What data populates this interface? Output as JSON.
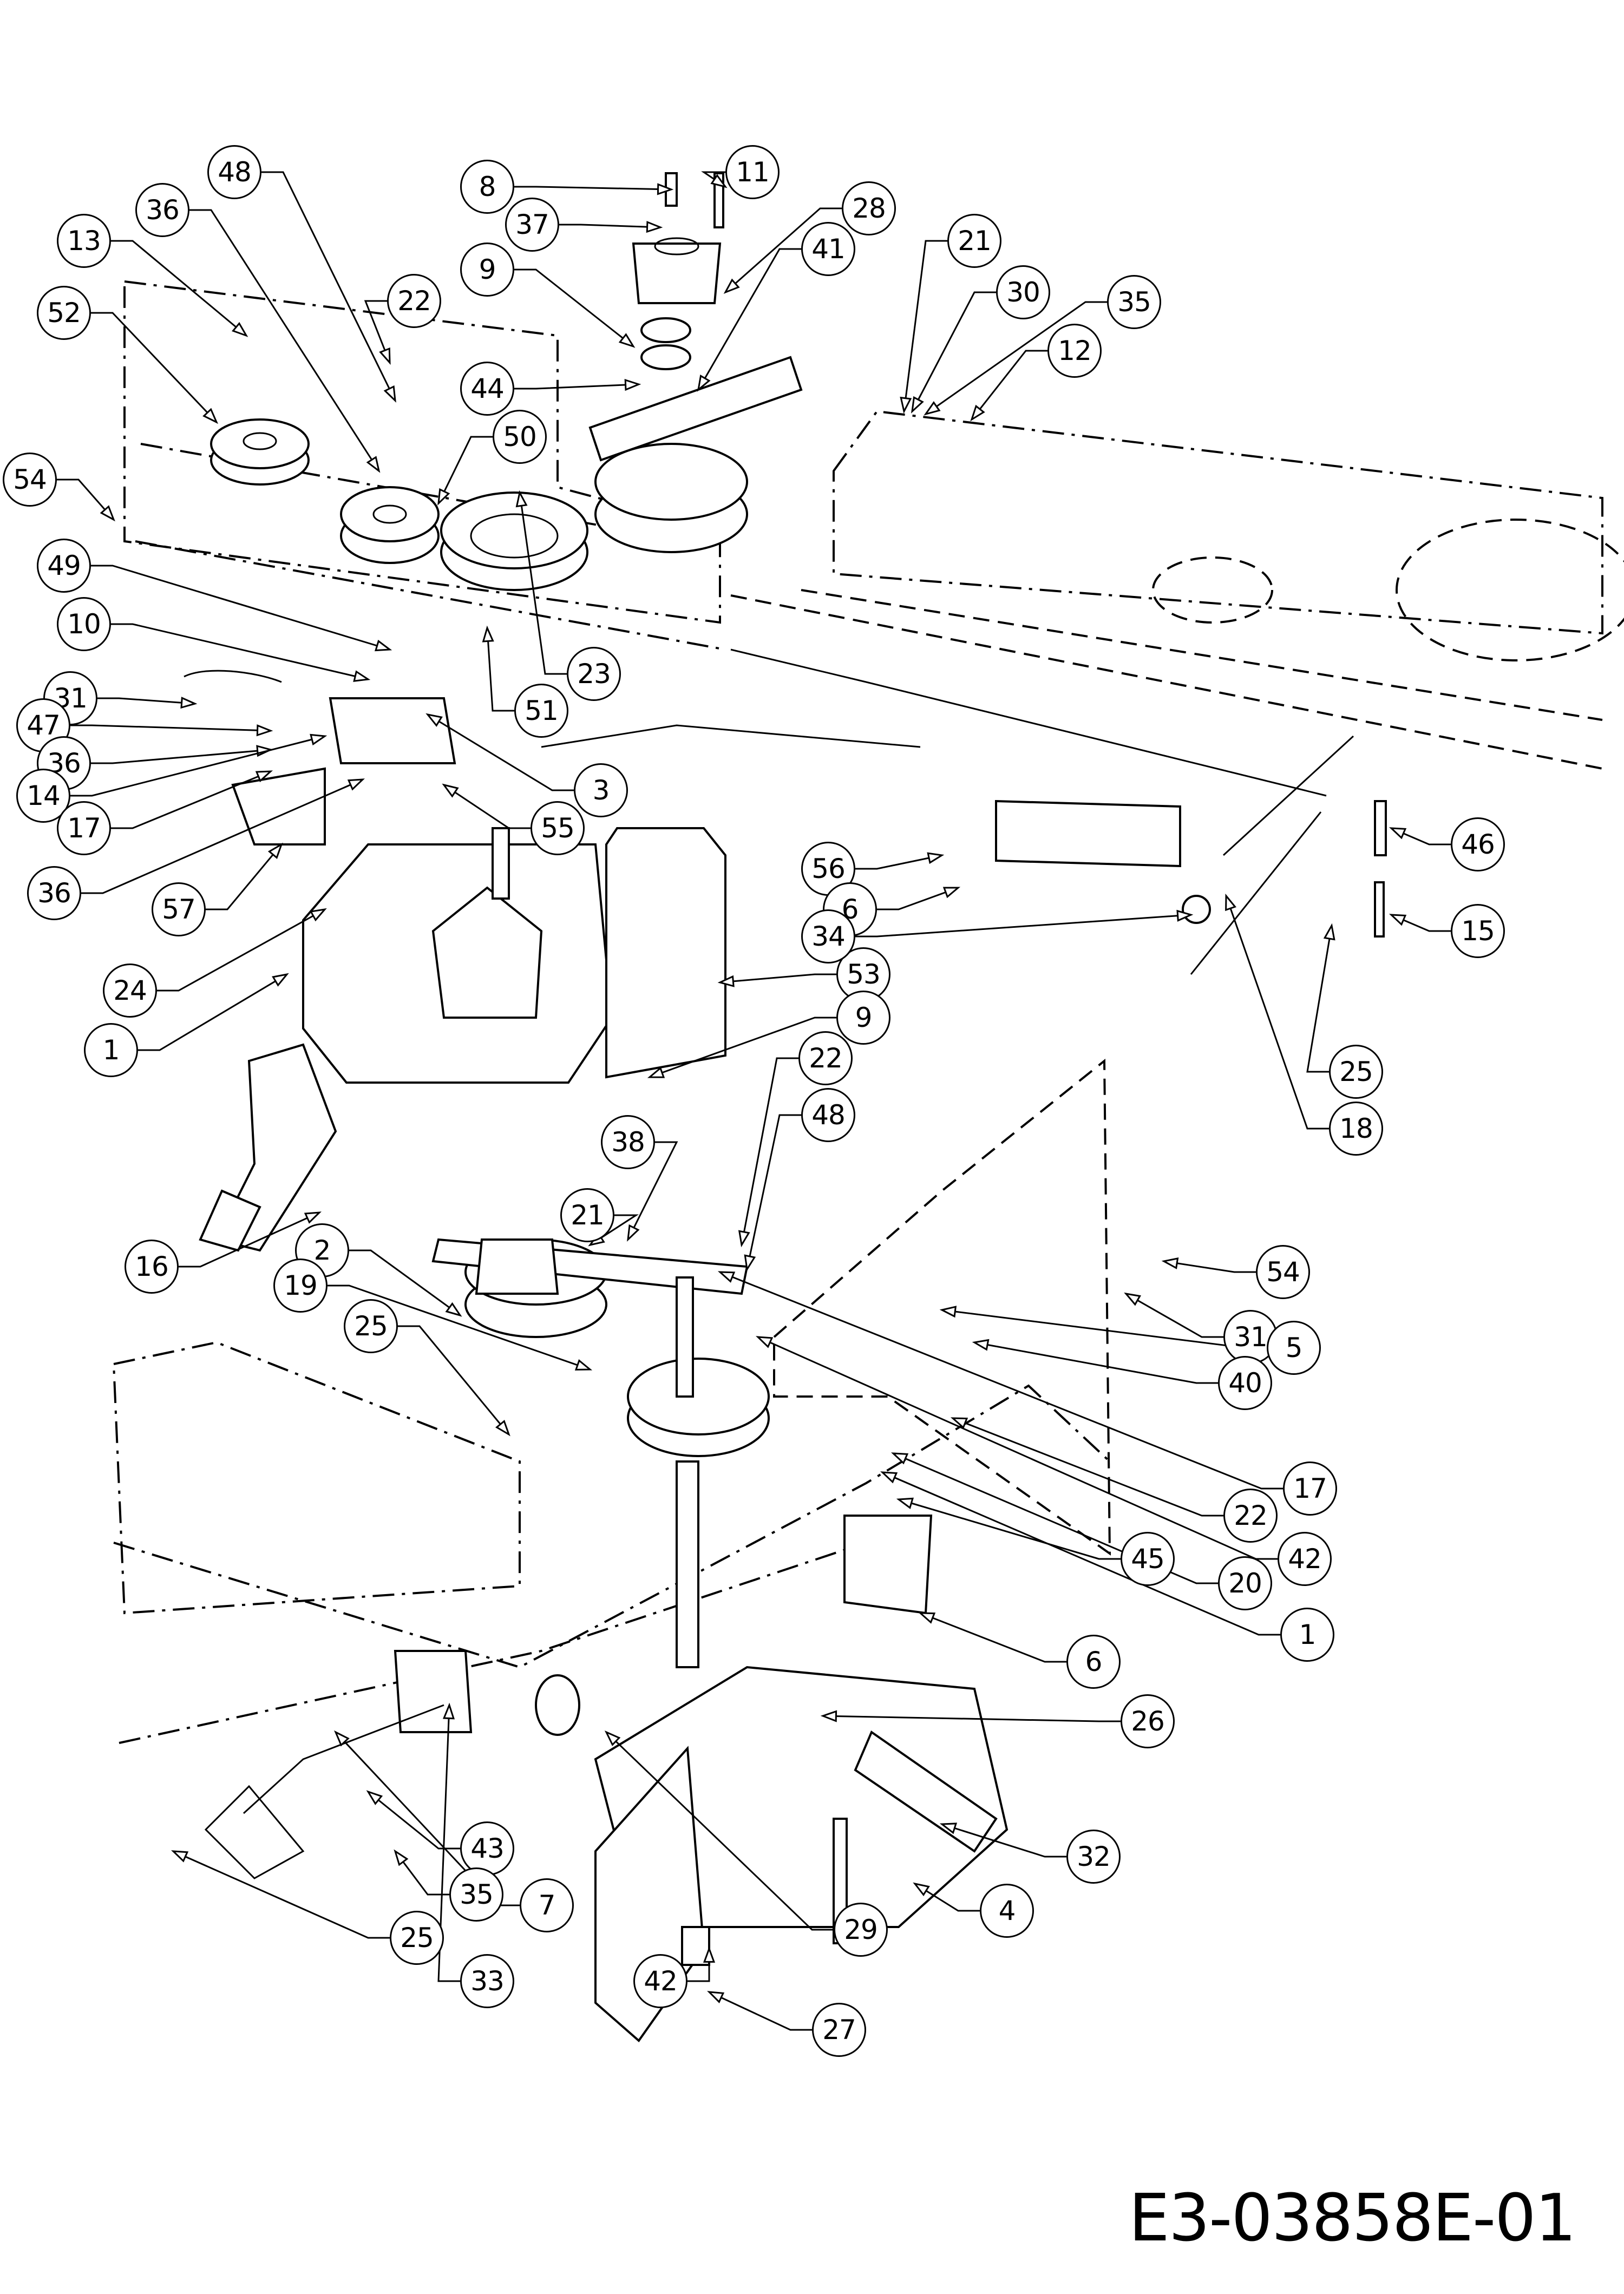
{
  "diagram": {
    "type": "exploded-parts-diagram",
    "subject": "lawn tractor transmission / drive assembly",
    "drawing_code": "E3-03858E-01"
  },
  "callouts": [
    {
      "id": "c48a",
      "label": "48"
    },
    {
      "id": "c36a",
      "label": "36"
    },
    {
      "id": "c13",
      "label": "13"
    },
    {
      "id": "c52",
      "label": "52"
    },
    {
      "id": "c8",
      "label": "8"
    },
    {
      "id": "c11",
      "label": "11"
    },
    {
      "id": "c37",
      "label": "37"
    },
    {
      "id": "c28",
      "label": "28"
    },
    {
      "id": "c9a",
      "label": "9"
    },
    {
      "id": "c41",
      "label": "41"
    },
    {
      "id": "c22a",
      "label": "22"
    },
    {
      "id": "c44",
      "label": "44"
    },
    {
      "id": "c50",
      "label": "50"
    },
    {
      "id": "c54a",
      "label": "54"
    },
    {
      "id": "c49",
      "label": "49"
    },
    {
      "id": "c10",
      "label": "10"
    },
    {
      "id": "c23",
      "label": "23"
    },
    {
      "id": "c51",
      "label": "51"
    },
    {
      "id": "c31a",
      "label": "31"
    },
    {
      "id": "c47",
      "label": "47"
    },
    {
      "id": "c36b",
      "label": "36"
    },
    {
      "id": "c14",
      "label": "14"
    },
    {
      "id": "c17a",
      "label": "17"
    },
    {
      "id": "c3",
      "label": "3"
    },
    {
      "id": "c55",
      "label": "55"
    },
    {
      "id": "c36c",
      "label": "36"
    },
    {
      "id": "c57",
      "label": "57"
    },
    {
      "id": "c24",
      "label": "24"
    },
    {
      "id": "c1a",
      "label": "1"
    },
    {
      "id": "c53",
      "label": "53"
    },
    {
      "id": "c9b",
      "label": "9"
    },
    {
      "id": "c16",
      "label": "16"
    },
    {
      "id": "c21a",
      "label": "21"
    },
    {
      "id": "c30",
      "label": "30"
    },
    {
      "id": "c35a",
      "label": "35"
    },
    {
      "id": "c12",
      "label": "12"
    },
    {
      "id": "c56",
      "label": "56"
    },
    {
      "id": "c6a",
      "label": "6"
    },
    {
      "id": "c34",
      "label": "34"
    },
    {
      "id": "c46",
      "label": "46"
    },
    {
      "id": "c15",
      "label": "15"
    },
    {
      "id": "c25a",
      "label": "25"
    },
    {
      "id": "c18",
      "label": "18"
    },
    {
      "id": "c22b",
      "label": "22"
    },
    {
      "id": "c48b",
      "label": "48"
    },
    {
      "id": "c38",
      "label": "38"
    },
    {
      "id": "c21b",
      "label": "21"
    },
    {
      "id": "c2",
      "label": "2"
    },
    {
      "id": "c19",
      "label": "19"
    },
    {
      "id": "c25b",
      "label": "25"
    },
    {
      "id": "c54b",
      "label": "54"
    },
    {
      "id": "c31b",
      "label": "31"
    },
    {
      "id": "c5",
      "label": "5"
    },
    {
      "id": "c40",
      "label": "40"
    },
    {
      "id": "c17b",
      "label": "17"
    },
    {
      "id": "c22c",
      "label": "22"
    },
    {
      "id": "c42a",
      "label": "42"
    },
    {
      "id": "c20",
      "label": "20"
    },
    {
      "id": "c1b",
      "label": "1"
    },
    {
      "id": "c45",
      "label": "45"
    },
    {
      "id": "c6b",
      "label": "6"
    },
    {
      "id": "c26",
      "label": "26"
    },
    {
      "id": "c32",
      "label": "32"
    },
    {
      "id": "c4",
      "label": "4"
    },
    {
      "id": "c43",
      "label": "43"
    },
    {
      "id": "c35b",
      "label": "35"
    },
    {
      "id": "c25c",
      "label": "25"
    },
    {
      "id": "c7",
      "label": "7"
    },
    {
      "id": "c29",
      "label": "29"
    },
    {
      "id": "c33",
      "label": "33"
    },
    {
      "id": "c42b",
      "label": "42"
    },
    {
      "id": "c27",
      "label": "27"
    }
  ]
}
